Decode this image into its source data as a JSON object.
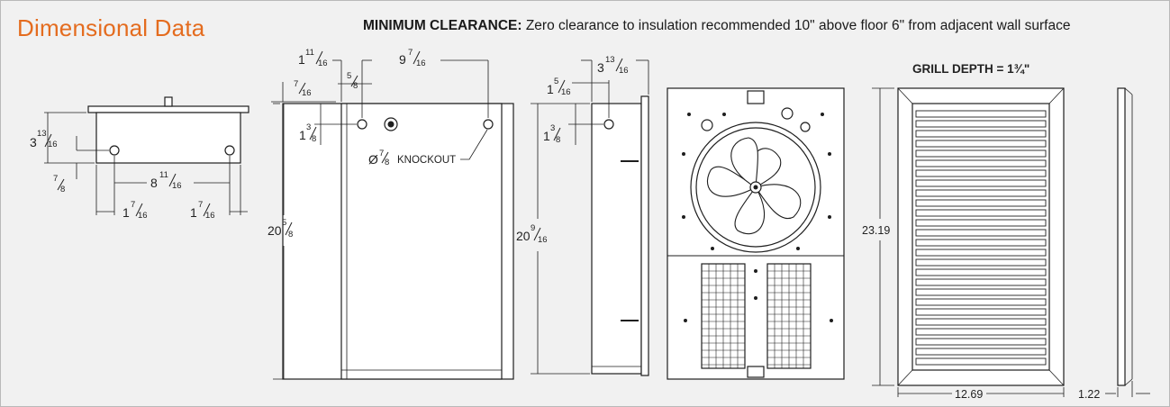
{
  "header": {
    "title": "Dimensional Data",
    "clearance_label": "MINIMUM CLEARANCE:",
    "clearance_text": "Zero clearance to insulation recommended 10\" above floor 6\" from adjacent wall surface"
  },
  "top_view": {
    "dim_height": {
      "whole": "3",
      "num": "13",
      "den": "16"
    },
    "dim_offset": {
      "whole": "",
      "num": "7",
      "den": "8"
    },
    "dim_width": {
      "whole": "8",
      "num": "11",
      "den": "16"
    },
    "dim_left": {
      "whole": "1",
      "num": "7",
      "den": "16"
    },
    "dim_right": {
      "whole": "1",
      "num": "7",
      "den": "16"
    }
  },
  "front_view": {
    "dim_top_a": {
      "whole": "1",
      "num": "11",
      "den": "16"
    },
    "dim_top_b": {
      "whole": "9",
      "num": "7",
      "den": "16"
    },
    "dim_small_a": {
      "whole": "",
      "num": "7",
      "den": "16"
    },
    "dim_small_b": {
      "whole": "",
      "num": "5",
      "den": "8"
    },
    "dim_hole": {
      "whole": "1",
      "num": "3",
      "den": "8"
    },
    "dim_height": {
      "whole": "20",
      "num": "5",
      "den": "8"
    },
    "knockout": {
      "symbol": "Ø",
      "num": "7",
      "den": "8",
      "label": "KNOCKOUT"
    }
  },
  "side_view": {
    "dim_top": {
      "whole": "3",
      "num": "13",
      "den": "16"
    },
    "dim_left": {
      "whole": "1",
      "num": "5",
      "den": "16"
    },
    "dim_hole": {
      "whole": "1",
      "num": "3",
      "den": "8"
    },
    "dim_height": {
      "whole": "20",
      "num": "9",
      "den": "16"
    }
  },
  "grill_view": {
    "depth_label": "GRILL DEPTH = 1¾\"",
    "height": "23.19",
    "width": "12.69",
    "depth": "1.22"
  }
}
